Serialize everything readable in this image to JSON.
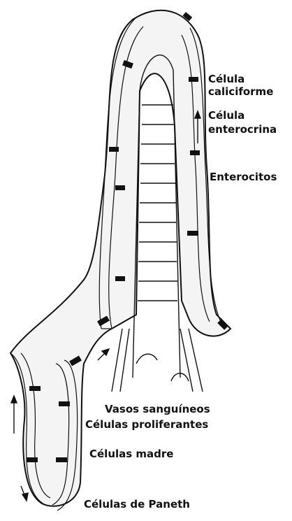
{
  "labels": {
    "goblet_1": "Célula",
    "goblet_2": "caliciforme",
    "entero_1": "Célula",
    "entero_2": "enterocrina",
    "enterocytes": "Enterocitos",
    "vessels": "Vasos sanguíneos",
    "proliferating": "Células proliferantes",
    "stem": "Células madre",
    "paneth": "Células de Paneth"
  },
  "colors": {
    "ink": "#111111",
    "fill": "#f4f4f4",
    "background": "#ffffff"
  }
}
